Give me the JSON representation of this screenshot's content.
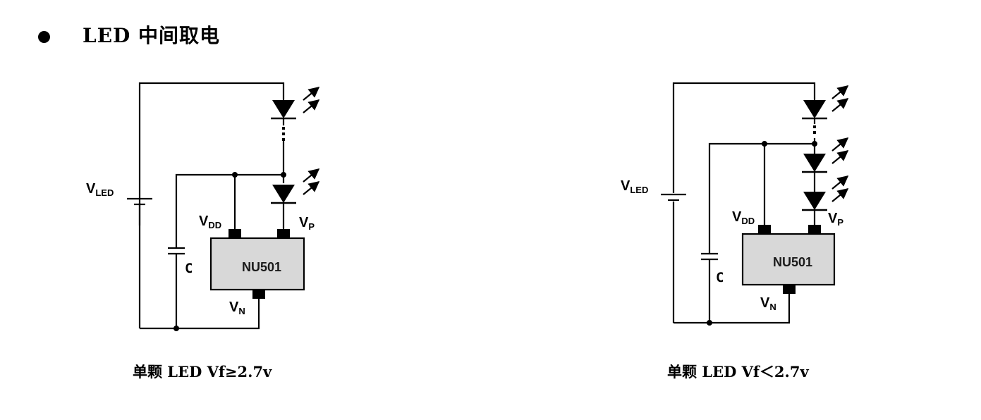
{
  "heading": {
    "title": "LED 中间取电"
  },
  "left_circuit": {
    "supply": {
      "main": "V",
      "sub": "LED"
    },
    "capacitor": "C",
    "chip": "NU501",
    "pin_vdd": {
      "main": "V",
      "sub": "DD"
    },
    "pin_vp": {
      "main": "V",
      "sub": "P"
    },
    "pin_vn": {
      "main": "V",
      "sub": "N"
    },
    "caption": "单颗 LED Vf≥2.7v"
  },
  "right_circuit": {
    "supply": {
      "main": "V",
      "sub": "LED"
    },
    "capacitor": "C",
    "chip": "NU501",
    "pin_vdd": {
      "main": "V",
      "sub": "DD"
    },
    "pin_vp": {
      "main": "V",
      "sub": "P"
    },
    "pin_vn": {
      "main": "V",
      "sub": "N"
    },
    "caption": "单颗 LED Vf＜2.7v"
  },
  "colors": {
    "chip_fill": "#d8d8d8",
    "line": "#000000"
  }
}
